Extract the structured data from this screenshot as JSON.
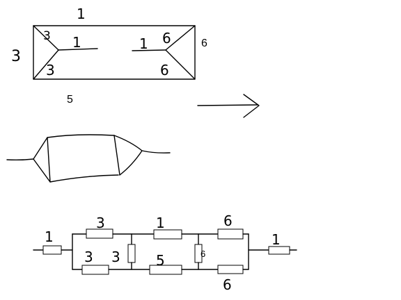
{
  "top_figure": {
    "edge_top": "1",
    "edge_left": "3",
    "edge_right": "6",
    "edge_bottom": "5",
    "corner_top_left": "3",
    "corner_bottom_left": "3",
    "corner_top_right": "6",
    "corner_bottom_right": "6",
    "spur_left": "1",
    "spur_right": "1"
  },
  "circuit": {
    "left_input": "1",
    "upper_left": "3",
    "upper_middle": "1",
    "upper_right": "6",
    "lower_left": "3",
    "left_bridge": "3",
    "lower_middle": "5",
    "right_bridge": "6",
    "lower_right": "6",
    "right_output": "1"
  },
  "icons": {
    "arrow": "right-arrow-icon"
  }
}
